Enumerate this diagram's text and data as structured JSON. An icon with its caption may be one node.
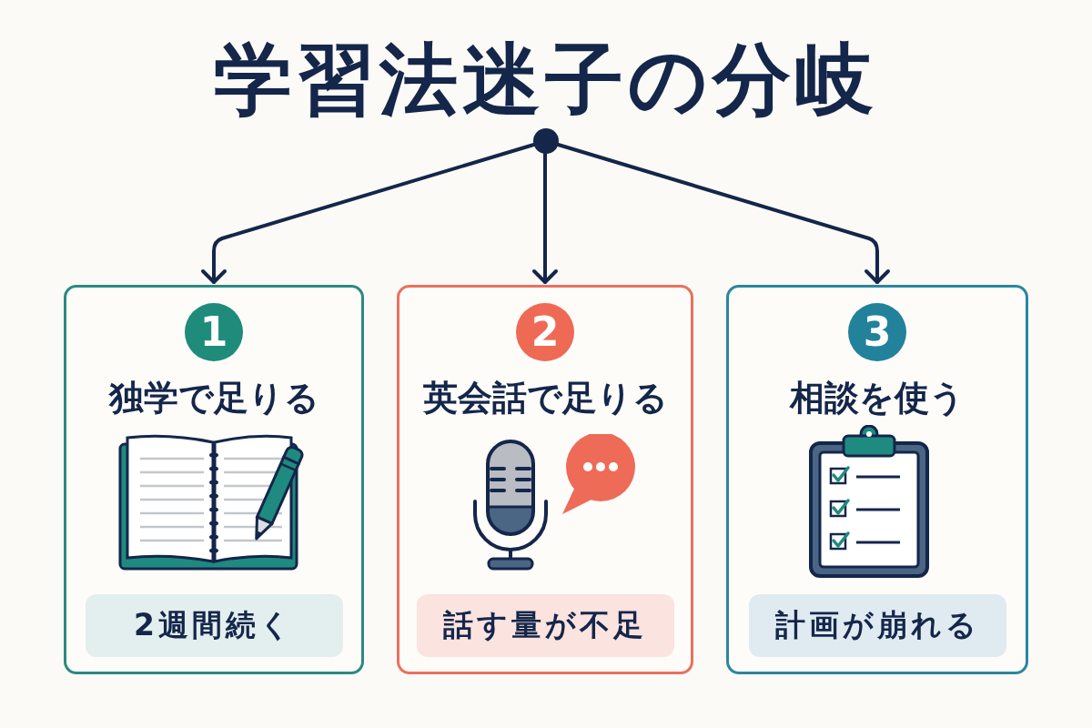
{
  "diagram": {
    "title": "学習法迷子の分岐",
    "nodes": [
      {
        "text": [],
        "shape": "circle"
      },
      {
        "text": [
          "独学で足りる"
        ]
      },
      {
        "text": [
          "1"
        ],
        "in": 1
      },
      {
        "text": [
          "2週間続く"
        ],
        "in": 1
      },
      {
        "text": [
          "英会話で足りる"
        ]
      },
      {
        "text": [
          "2"
        ],
        "in": 4
      },
      {
        "text": [
          "話す量が不足"
        ],
        "in": 4
      },
      {
        "text": [
          "相談を使う"
        ]
      },
      {
        "text": [
          "3"
        ],
        "in": 7
      },
      {
        "text": [
          "計画が崩れる"
        ],
        "in": 7
      }
    ],
    "edges": [
      {
        "from": 0,
        "to": 1,
        "arrow": "to"
      },
      {
        "from": 0,
        "to": 4,
        "arrow": "to"
      },
      {
        "from": 0,
        "to": 7,
        "arrow": "to"
      }
    ]
  }
}
